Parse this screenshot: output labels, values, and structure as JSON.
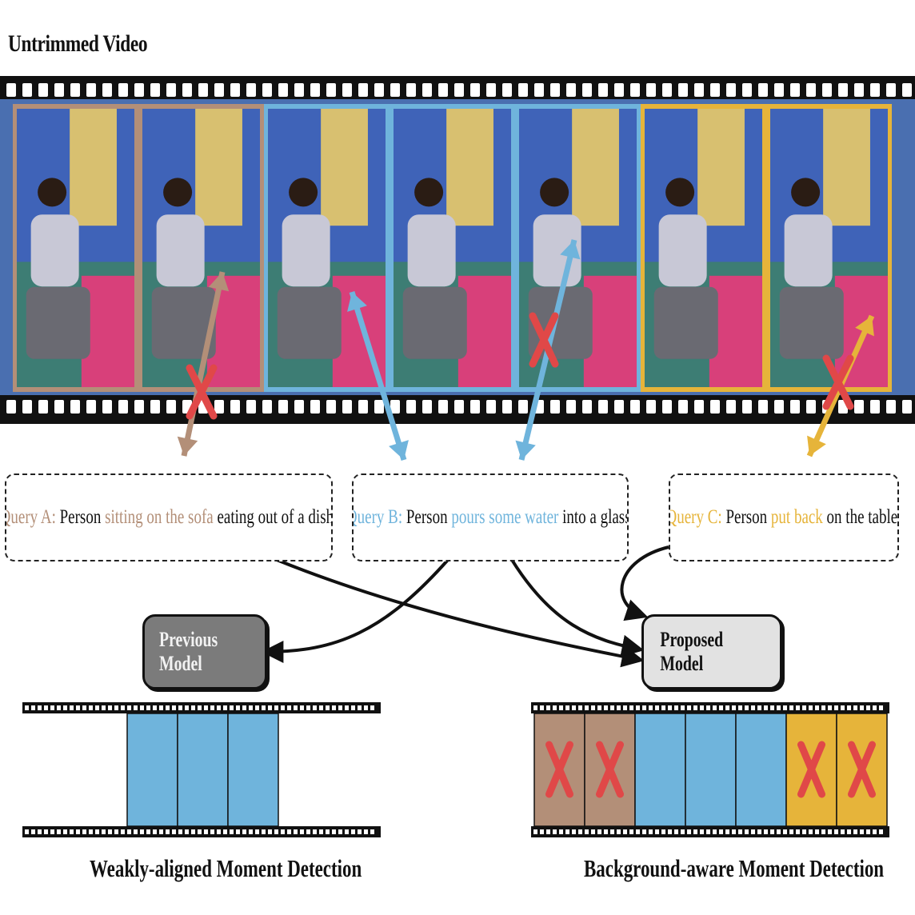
{
  "title": "Untrimmed Video",
  "queries": {
    "a": {
      "label": "Query A:",
      "pre": "Person",
      "highlight": "sitting on the sofa",
      "post": "eating out of a dish."
    },
    "b": {
      "label": "Query B:",
      "pre": "Person",
      "highlight": "pours some water",
      "post": "into a glass."
    },
    "c": {
      "label": "Query C:",
      "pre": "Person",
      "highlight": "put back",
      "post": "on the table."
    }
  },
  "models": {
    "previous": "Previous Model",
    "proposed": "Proposed Model"
  },
  "captions": {
    "left": "Weakly-aligned Moment Detection",
    "right": "Background-aware Moment Detection"
  },
  "colors": {
    "query_a": "#b38f78",
    "query_b": "#6fb4dc",
    "query_c": "#e6b43a",
    "cross": "#e04848"
  },
  "frames": [
    {
      "group": "a",
      "crossed": false,
      "icon": "person-sitting-frame"
    },
    {
      "group": "a",
      "crossed": true,
      "icon": "person-holding-bottle-frame"
    },
    {
      "group": "b",
      "crossed": false,
      "icon": "person-pouring-frame"
    },
    {
      "group": "b",
      "crossed": false,
      "icon": "person-pouring-frame"
    },
    {
      "group": "b",
      "crossed": true,
      "icon": "person-drinking-frame"
    },
    {
      "group": "c",
      "crossed": false,
      "icon": "person-placing-frame"
    },
    {
      "group": "c",
      "crossed": true,
      "icon": "person-putting-back-frame"
    }
  ],
  "weakly_aligned_cells": [
    "b",
    "b",
    "b"
  ],
  "background_aware_cells": [
    {
      "group": "a",
      "crossed": true
    },
    {
      "group": "a",
      "crossed": true
    },
    {
      "group": "b",
      "crossed": false
    },
    {
      "group": "b",
      "crossed": false
    },
    {
      "group": "b",
      "crossed": false
    },
    {
      "group": "c",
      "crossed": true
    },
    {
      "group": "c",
      "crossed": true
    }
  ]
}
